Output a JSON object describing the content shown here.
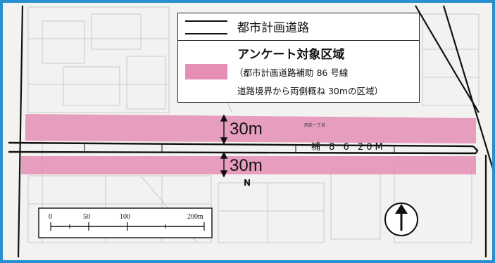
{
  "legend": {
    "road_label": "都市計画道路",
    "survey_title": "アンケート対象区域",
    "survey_note_line1": "（都市計画道路補助 86 号線",
    "survey_note_line2": "道路境界から両側概ね 30mの区域）"
  },
  "labels": {
    "dim_upper": "30m",
    "dim_lower": "30m",
    "road_code": "補 8 6  20M",
    "north_marker": "N",
    "small_place": "西荻一丁目"
  },
  "scale_bar": {
    "ticks": [
      "0",
      "50",
      "100",
      "200m"
    ]
  },
  "colors": {
    "survey_area": "#e58fb6",
    "road_line": "#111111",
    "frame": "#2a8fd0",
    "map_background": "#f2f2f0"
  },
  "icons": {
    "north_arrow": "north-arrow-icon",
    "dimension_arrow": "double-arrow-icon"
  }
}
